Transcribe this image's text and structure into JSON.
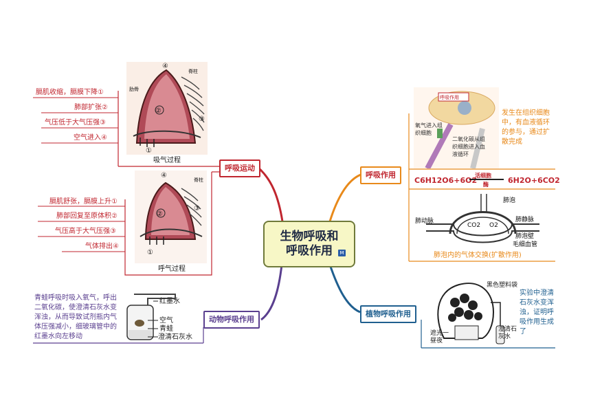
{
  "central": {
    "title": "生物呼吸和呼吸作用",
    "icon": "mindmap-icon"
  },
  "branches": {
    "breathing_movement": {
      "label": "呼吸运动",
      "color": "#c0262f",
      "inhale": {
        "items": [
          "膈肌收缩，膈膜下降①",
          "肺部扩张②",
          "气压低于大气压强③",
          "空气进入④"
        ],
        "caption": "吸气过程",
        "figure_labels": {
          "n1": "①",
          "n2": "②",
          "n3": "③",
          "n4": "④",
          "rib": "肋骨",
          "spine": "脊柱"
        }
      },
      "exhale": {
        "items": [
          "膈肌舒张，膈膜上升①",
          "肺部回复至原体积②",
          "气压高于大气压强③",
          "气体排出④"
        ],
        "caption": "呼气过程",
        "figure_labels": {
          "n1": "①",
          "n2": "②",
          "n3": "③",
          "n4": "④",
          "spine": "脊柱"
        }
      }
    },
    "respiration": {
      "label": "呼吸作用",
      "color": "#e8891a",
      "cell_figure": {
        "top_label": "呼吸作用",
        "oxygen": "氧气进入组织细胞",
        "co2": "二氧化碳从组织细胞进入血液循环"
      },
      "note": "发生在组织细胞中，有血液循环的参与，通过扩散完成",
      "equation": {
        "left": "C6H12O6+6O2",
        "condition_top": "活细胞",
        "condition_bottom": "酶",
        "right": "6H2O+6CO2"
      },
      "alveolus": {
        "alveolus": "肺泡",
        "artery": "肺动脉",
        "vein": "肺静脉",
        "co2": "CO2",
        "o2": "O2",
        "wall": "肺泡壁",
        "capillary": "毛细血管",
        "caption": "肺泡内的气体交换(扩散作用)"
      }
    },
    "animal_respiration": {
      "label": "动物呼吸作用",
      "color": "#5a3f8f",
      "text": "青蛙呼吸时吸入氧气，呼出二氧化碳，使澄清石灰水变浑浊，从而导致试剂瓶内气体压强减小，细玻璃管中的红墨水向左移动",
      "labels": {
        "ink": "红墨水",
        "air": "空气",
        "frog": "青蛙",
        "limewater": "澄清石灰水"
      }
    },
    "plant_respiration": {
      "label": "植物呼吸作用",
      "color": "#1f5f8f",
      "note": "实验中澄清石灰水变浑浊，证明呼吸作用生成了",
      "labels": {
        "bag": "黑色塑料袋",
        "dark": "遮光一昼夜",
        "limewater": "澄清石灰水"
      }
    }
  }
}
